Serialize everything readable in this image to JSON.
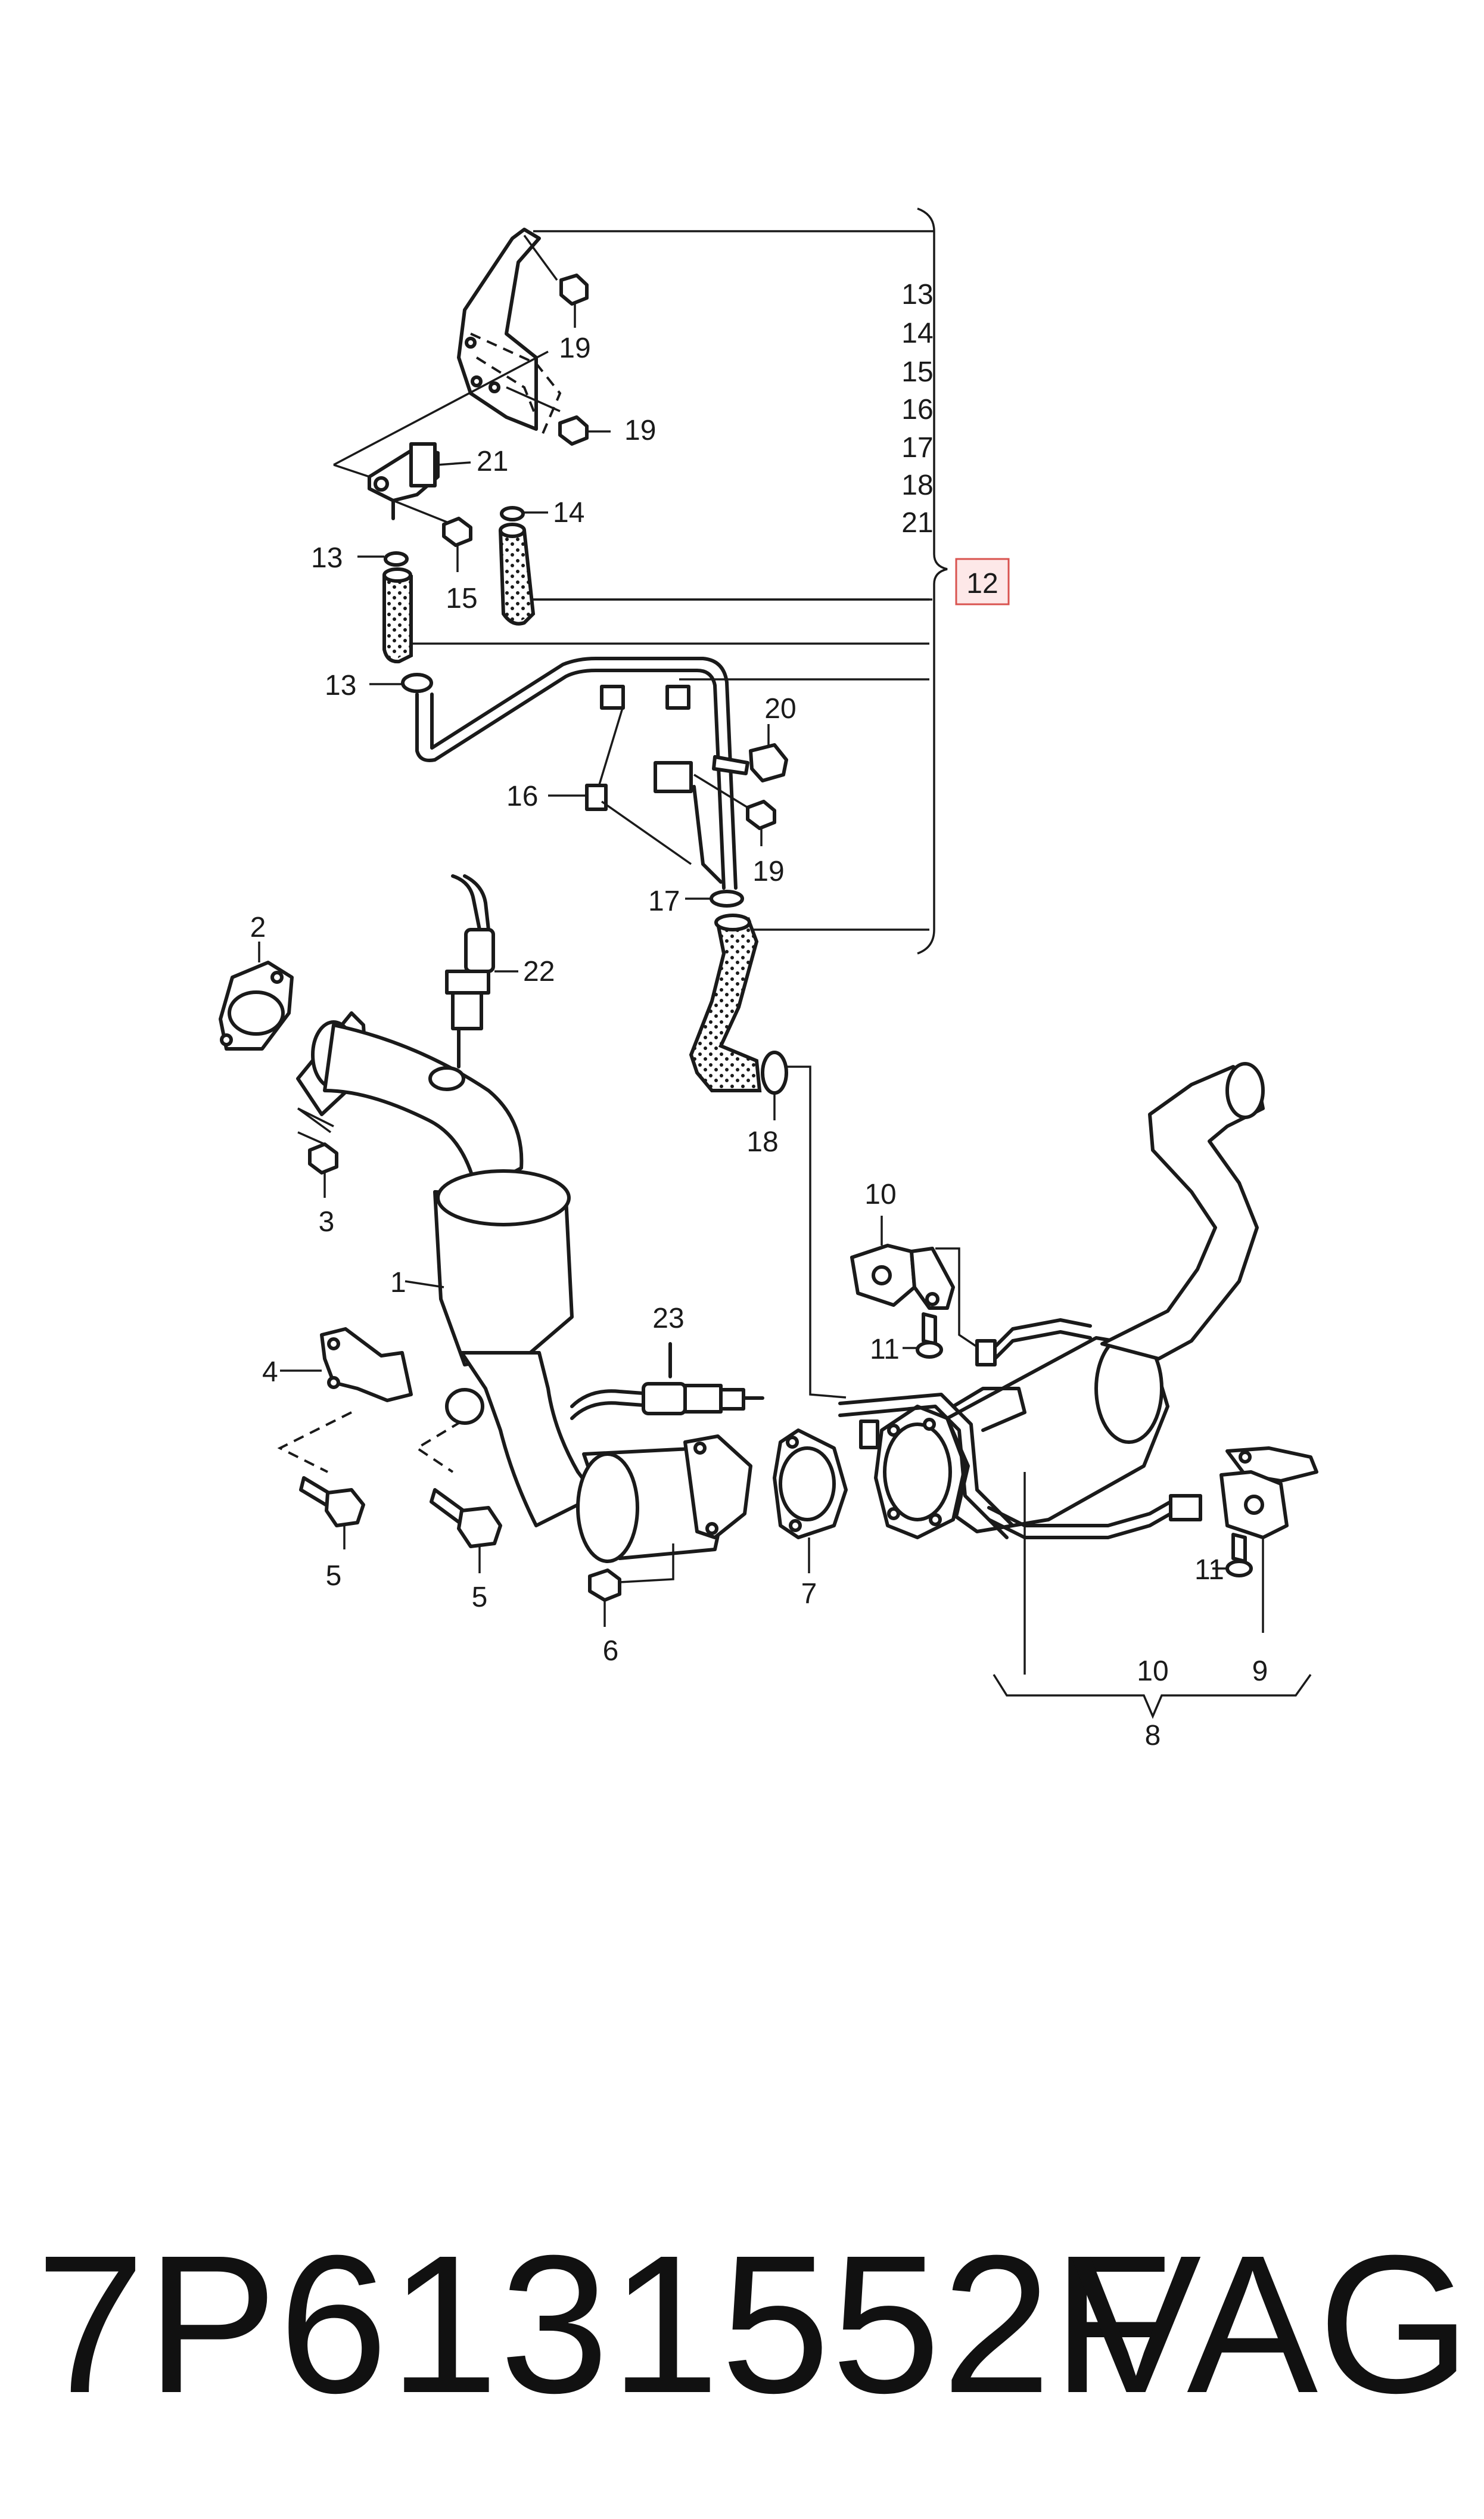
{
  "labels": {
    "l1": "1",
    "l2": "2",
    "l3": "3",
    "l4": "4",
    "l5a": "5",
    "l5b": "5",
    "l6": "6",
    "l7": "7",
    "l8": "8",
    "l9": "9",
    "l10a": "10",
    "l10b": "10",
    "l11a": "11",
    "l11b": "11",
    "l12": "12",
    "l13a": "13",
    "l13b": "13",
    "l14": "14",
    "l15": "15",
    "l16": "16",
    "l17": "17",
    "l18": "18",
    "l19a": "19",
    "l19b": "19",
    "l19c": "19",
    "l20": "20",
    "l21": "21",
    "l22": "22",
    "l23": "23"
  },
  "bracket_list": [
    "13",
    "14",
    "15",
    "16",
    "17",
    "18",
    "21"
  ],
  "colors": {
    "line": "#1a1a1a",
    "highlight_border": "#d9534f",
    "highlight_fill": "#fde8e8"
  },
  "footer": {
    "part_number": "7P6131552F",
    "brand": "VAG"
  }
}
